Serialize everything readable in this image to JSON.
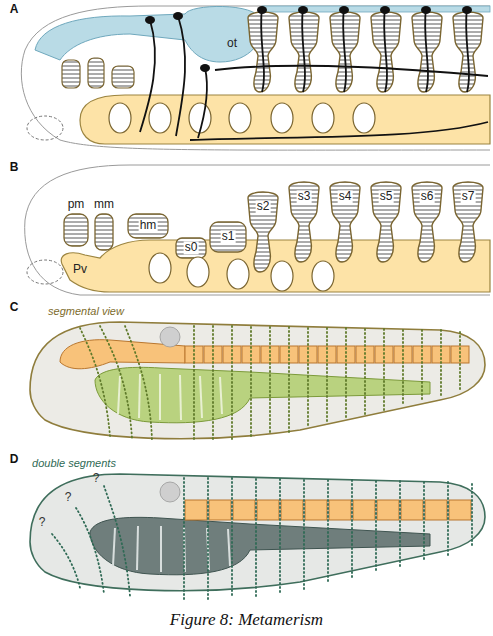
{
  "diagram": {
    "caption": "Figure 8: Metamerism",
    "labels": [
      "A",
      "ot",
      "B",
      "pm",
      "mm",
      "hm",
      "s0",
      "s1",
      "s2",
      "s3",
      "s4",
      "s5",
      "s6",
      "s7",
      "Pv",
      "C",
      "segmental view",
      "D",
      "double segments",
      "?",
      "?",
      "?"
    ]
  }
}
